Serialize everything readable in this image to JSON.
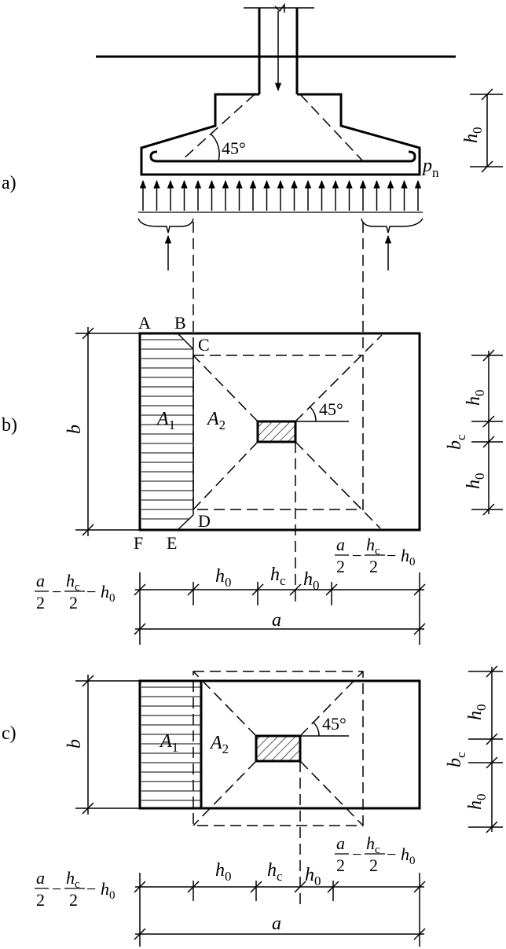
{
  "panels": {
    "a": {
      "tag": "a)",
      "angle": "45°",
      "h0": "h",
      "h0_sub": "0",
      "p": "p",
      "p_sub": "n"
    },
    "b": {
      "tag": "b)",
      "points": {
        "A": "A",
        "B": "B",
        "C": "C",
        "D": "D",
        "E": "E",
        "F": "F"
      },
      "area1": "A",
      "area1_sub": "1",
      "area2": "A",
      "area2_sub": "2",
      "angle": "45°",
      "b": "b",
      "bc": "b",
      "bc_sub": "c",
      "h0": "h",
      "h0_sub": "0",
      "hc": "h",
      "hc_sub": "c",
      "a": "a"
    },
    "c": {
      "tag": "c)",
      "area1": "A",
      "area1_sub": "1",
      "area2": "A",
      "area2_sub": "2",
      "angle": "45°",
      "b": "b",
      "bc": "b",
      "bc_sub": "c",
      "h0": "h",
      "h0_sub": "0",
      "hc": "h",
      "hc_sub": "c",
      "a": "a"
    }
  },
  "fraction": {
    "num_a": "a",
    "den": "2",
    "num_h": "h",
    "num_h_sub": "c",
    "minus": "−"
  }
}
